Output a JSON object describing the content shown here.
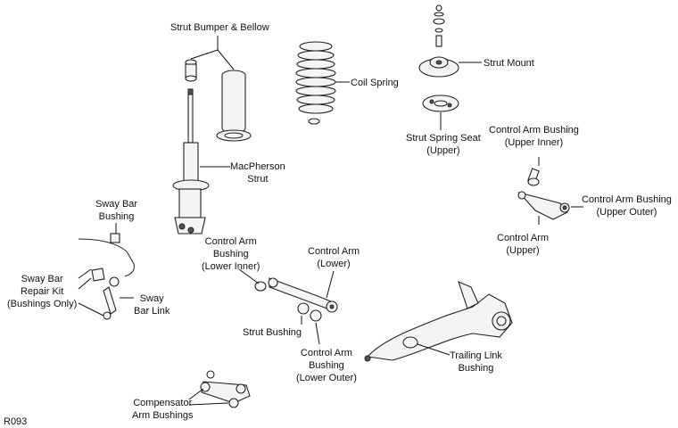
{
  "labels": {
    "strut_bumper": "Strut Bumper & Bellow",
    "coil_spring": "Coil Spring",
    "strut_mount": "Strut Mount",
    "strut_spring_seat": [
      "Strut Spring Seat",
      "(Upper)"
    ],
    "macpherson_strut": [
      "MacPherson",
      "Strut"
    ],
    "ca_bushing_upper_inner": [
      "Control Arm Bushing",
      "(Upper Inner)"
    ],
    "ca_bushing_upper_outer": [
      "Control Arm Bushing",
      "(Upper Outer)"
    ],
    "control_arm_upper": [
      "Control Arm",
      "(Upper)"
    ],
    "sway_bar_bushing": [
      "Sway Bar",
      "Bushing"
    ],
    "ca_bushing_lower_inner": [
      "Control Arm",
      "Bushing",
      "(Lower Inner)"
    ],
    "control_arm_lower": [
      "Control Arm",
      "(Lower)"
    ],
    "sway_bar_repair_kit": [
      "Sway Bar",
      "Repair Kit",
      "(Bushings Only)"
    ],
    "sway_bar_link": [
      "Sway",
      "Bar Link"
    ],
    "strut_bushing": "Strut Bushing",
    "ca_bushing_lower_outer": [
      "Control Arm",
      "Bushing",
      "(Lower Outer)"
    ],
    "trailing_link_bushing": [
      "Trailing Link",
      "Bushing"
    ],
    "compensator_arm_bushings": [
      "Compensator",
      "Arm Bushings"
    ]
  },
  "figure_code": "R093"
}
